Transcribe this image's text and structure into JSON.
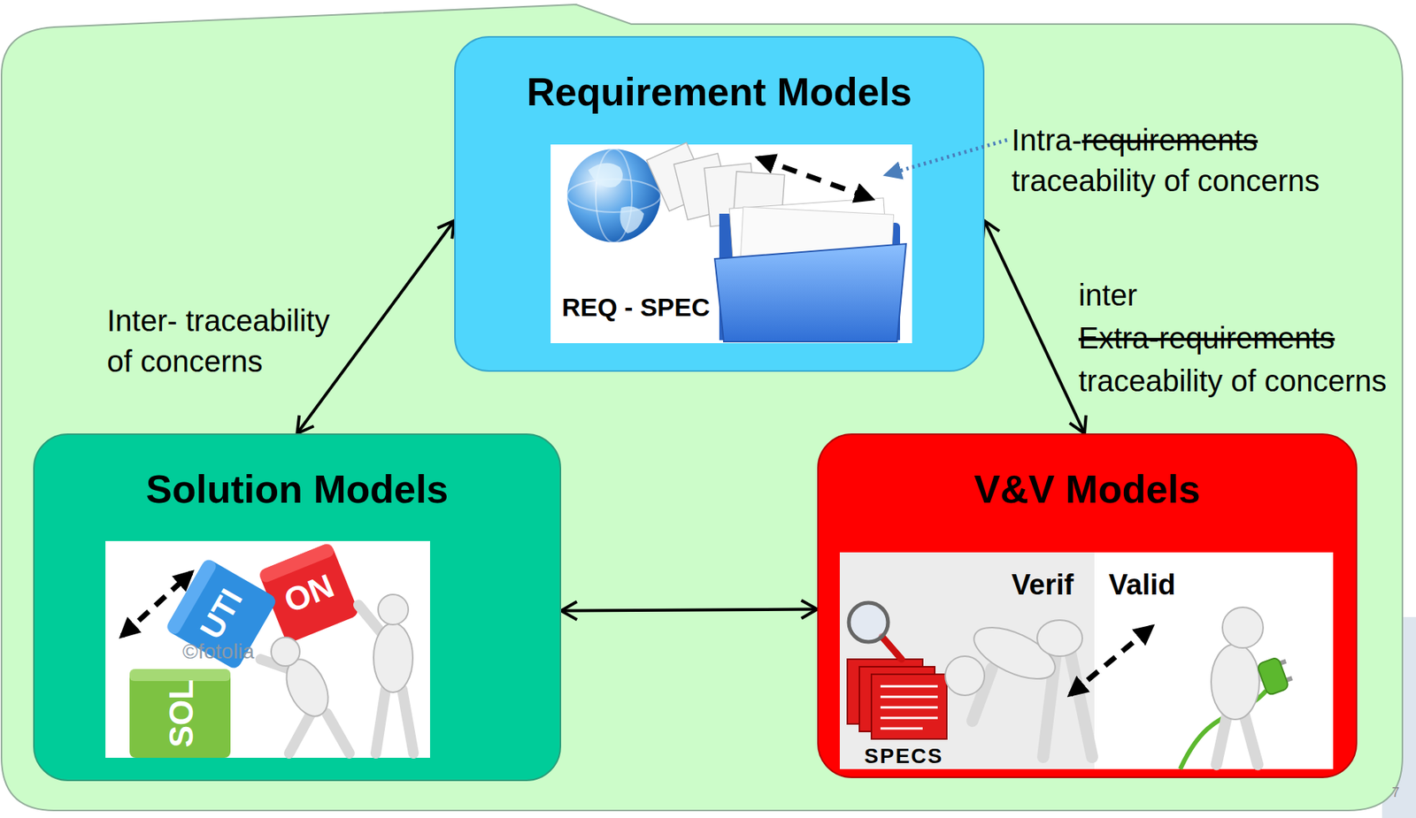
{
  "diagram": {
    "nodes": [
      {
        "text": [
          "Requirement Models"
        ]
      },
      {
        "text": [
          "Solution Models"
        ]
      },
      {
        "text": [
          "V&V Models"
        ]
      }
    ],
    "edges": [
      {
        "from": 0,
        "to": 1,
        "arrow": "both",
        "label": "Inter- traceability of concerns"
      },
      {
        "from": 0,
        "to": 2,
        "arrow": "both",
        "label": "inter Extra-requirements traceability of concerns"
      },
      {
        "from": 1,
        "to": 2,
        "arrow": "both"
      }
    ],
    "labels": [
      "Intra-requirements traceability of concerns",
      "REQ - SPEC",
      "ON",
      "UTI",
      "SOL",
      "©fotolia",
      "Verif",
      "Valid",
      "SPECS",
      "7"
    ]
  }
}
